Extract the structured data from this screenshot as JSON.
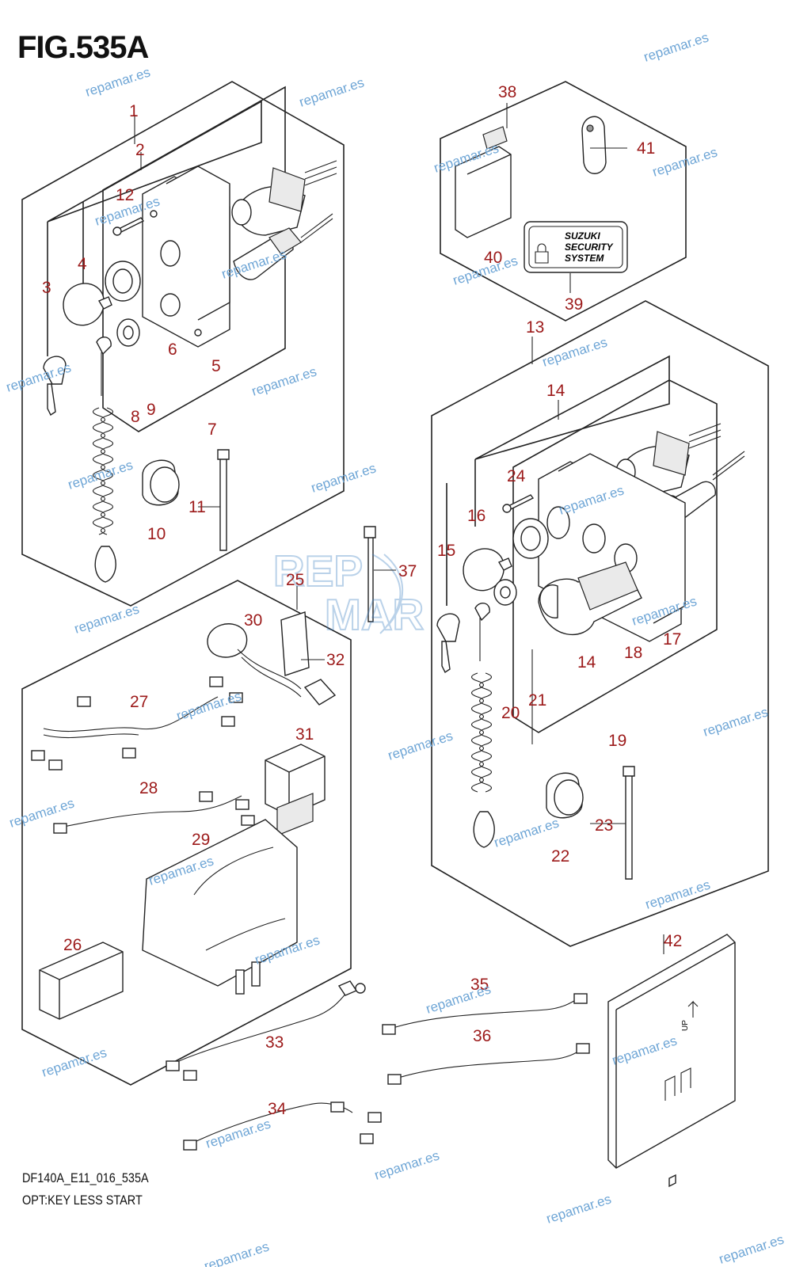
{
  "figure": {
    "title": "FIG.535A",
    "code": "DF140A_E11_016_535A",
    "subtitle": "OPT:KEY LESS START"
  },
  "watermark": {
    "text": "repamar.es",
    "logo_text_top": "REP",
    "logo_text_bottom": "MAR"
  },
  "badge": {
    "line1": "SUZUKI",
    "line2": "SECURITY",
    "line3": "SYSTEM"
  },
  "ecu_label": {
    "arrow_text": "UP"
  },
  "callouts": [
    "1",
    "2",
    "3",
    "4",
    "5",
    "6",
    "7",
    "8",
    "9",
    "10",
    "11",
    "12",
    "13",
    "14",
    "14",
    "15",
    "16",
    "17",
    "18",
    "19",
    "20",
    "21",
    "22",
    "23",
    "24",
    "25",
    "26",
    "27",
    "28",
    "29",
    "30",
    "31",
    "32",
    "33",
    "34",
    "35",
    "36",
    "37",
    "38",
    "39",
    "40",
    "41",
    "42"
  ],
  "colors": {
    "callout": "#9c1a1a",
    "watermark": "#6fa6d6",
    "line": "#222222"
  }
}
